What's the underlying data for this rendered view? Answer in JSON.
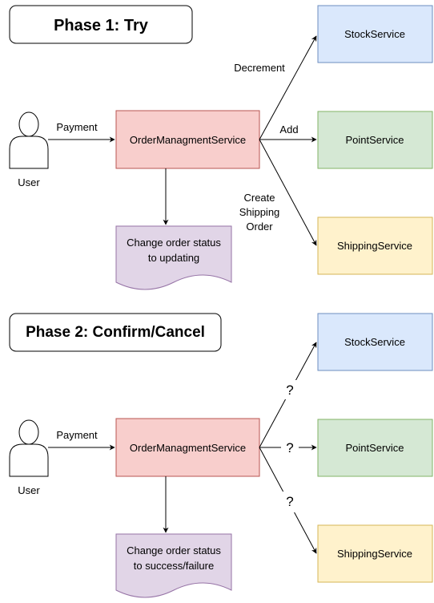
{
  "phase1": {
    "title": "Phase 1: Try",
    "user_label": "User",
    "payment_label": "Payment",
    "order_service": "OrderManagmentService",
    "document": [
      "Change order status",
      "to updating"
    ],
    "edges": {
      "stock": "Decrement",
      "point": "Add",
      "shipping": [
        "Create",
        "Shipping",
        "Order"
      ]
    },
    "stock_service": "StockService",
    "point_service": "PointService",
    "shipping_service": "ShippingService"
  },
  "phase2": {
    "title": "Phase 2: Confirm/Cancel",
    "user_label": "User",
    "payment_label": "Payment",
    "order_service": "OrderManagmentService",
    "document": [
      "Change order status",
      "to success/failure"
    ],
    "edges": {
      "stock": "?",
      "point": "?",
      "shipping": "?"
    },
    "stock_service": "StockService",
    "point_service": "PointService",
    "shipping_service": "ShippingService"
  },
  "colors": {
    "stock_fill": "#dae8fc",
    "stock_stroke": "#6c8ebf",
    "point_fill": "#d5e8d4",
    "point_stroke": "#82b366",
    "shipping_fill": "#fff2cc",
    "shipping_stroke": "#d6b656",
    "order_fill": "#f8cecc",
    "order_stroke": "#b85450",
    "doc_fill": "#e1d5e7",
    "doc_stroke": "#9673a6"
  }
}
